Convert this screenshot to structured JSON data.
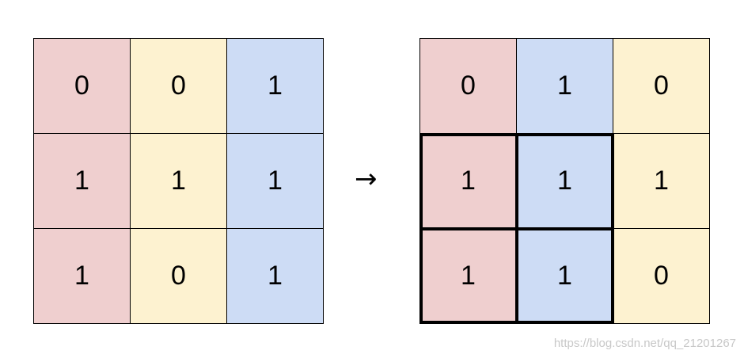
{
  "colors": {
    "red": "#efcfcf",
    "yellow": "#fdf2d0",
    "blue": "#cddcf5"
  },
  "arrow": "→",
  "left_grid": {
    "rows": [
      [
        {
          "value": "0",
          "color": "red"
        },
        {
          "value": "0",
          "color": "yellow"
        },
        {
          "value": "1",
          "color": "blue"
        }
      ],
      [
        {
          "value": "1",
          "color": "red"
        },
        {
          "value": "1",
          "color": "yellow"
        },
        {
          "value": "1",
          "color": "blue"
        }
      ],
      [
        {
          "value": "1",
          "color": "red"
        },
        {
          "value": "0",
          "color": "yellow"
        },
        {
          "value": "1",
          "color": "blue"
        }
      ]
    ]
  },
  "right_grid": {
    "rows": [
      [
        {
          "value": "0",
          "color": "red"
        },
        {
          "value": "1",
          "color": "blue"
        },
        {
          "value": "0",
          "color": "yellow"
        }
      ],
      [
        {
          "value": "1",
          "color": "red"
        },
        {
          "value": "1",
          "color": "blue"
        },
        {
          "value": "1",
          "color": "yellow"
        }
      ],
      [
        {
          "value": "1",
          "color": "red"
        },
        {
          "value": "1",
          "color": "blue"
        },
        {
          "value": "0",
          "color": "yellow"
        }
      ]
    ],
    "highlighted_block": "rows 2-3, columns 1-2"
  },
  "watermark": "https://blog.csdn.net/qq_21201267"
}
